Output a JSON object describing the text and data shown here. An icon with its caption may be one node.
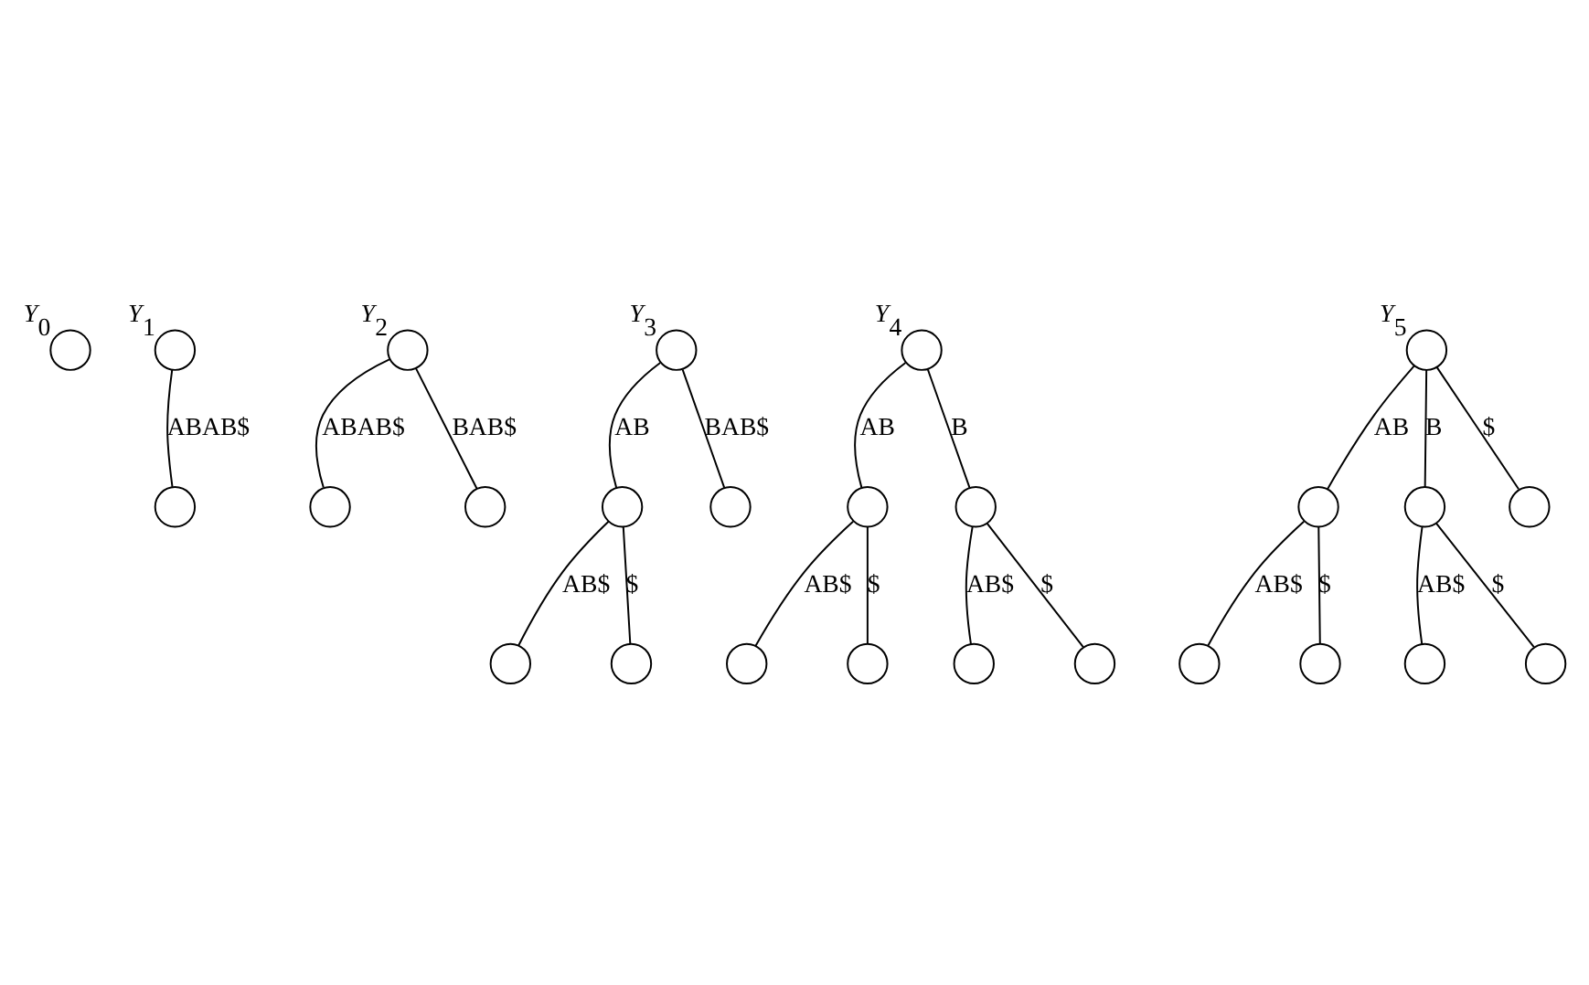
{
  "diagram": {
    "nodes": [
      {
        "text": [],
        "shape": "circle",
        "beside": [
          "*Y*$_{0}$"
        ]
      },
      {
        "text": [],
        "shape": "circle",
        "beside": [
          "*Y*$_{1}$"
        ]
      },
      {
        "text": [],
        "shape": "circle"
      },
      {
        "text": [],
        "shape": "circle",
        "beside": [
          "*Y*$_{2}$"
        ]
      },
      {
        "text": [],
        "shape": "circle"
      },
      {
        "text": [],
        "shape": "circle"
      },
      {
        "text": [],
        "shape": "circle",
        "beside": [
          "*Y*$_{3}$"
        ]
      },
      {
        "text": [],
        "shape": "circle"
      },
      {
        "text": [],
        "shape": "circle"
      },
      {
        "text": [],
        "shape": "circle"
      },
      {
        "text": [],
        "shape": "circle"
      },
      {
        "text": [],
        "shape": "circle",
        "beside": [
          "*Y*$_{4}$"
        ]
      },
      {
        "text": [],
        "shape": "circle"
      },
      {
        "text": [],
        "shape": "circle"
      },
      {
        "text": [],
        "shape": "circle"
      },
      {
        "text": [],
        "shape": "circle"
      },
      {
        "text": [],
        "shape": "circle"
      },
      {
        "text": [],
        "shape": "circle"
      },
      {
        "text": [],
        "shape": "circle",
        "beside": [
          "*Y*$_{5}$"
        ]
      },
      {
        "text": [],
        "shape": "circle"
      },
      {
        "text": [],
        "shape": "circle"
      },
      {
        "text": [],
        "shape": "circle"
      },
      {
        "text": [],
        "shape": "circle"
      },
      {
        "text": [],
        "shape": "circle"
      },
      {
        "text": [],
        "shape": "circle"
      },
      {
        "text": [],
        "shape": "circle"
      }
    ],
    "edges": [
      {
        "from": 1,
        "to": 2,
        "arrow": "none",
        "label": "ABAB$"
      },
      {
        "from": 3,
        "to": 4,
        "arrow": "none",
        "label": "ABAB$"
      },
      {
        "from": 3,
        "to": 5,
        "arrow": "none",
        "label": "BAB$"
      },
      {
        "from": 6,
        "to": 7,
        "arrow": "none",
        "label": "AB"
      },
      {
        "from": 6,
        "to": 8,
        "arrow": "none",
        "label": "BAB$"
      },
      {
        "from": 7,
        "to": 9,
        "arrow": "none",
        "label": "AB$"
      },
      {
        "from": 7,
        "to": 10,
        "arrow": "none",
        "label": "$"
      },
      {
        "from": 11,
        "to": 12,
        "arrow": "none",
        "label": "AB"
      },
      {
        "from": 11,
        "to": 13,
        "arrow": "none",
        "label": "B"
      },
      {
        "from": 12,
        "to": 14,
        "arrow": "none",
        "label": "AB$"
      },
      {
        "from": 12,
        "to": 15,
        "arrow": "none",
        "label": "$"
      },
      {
        "from": 13,
        "to": 16,
        "arrow": "none",
        "label": "AB$"
      },
      {
        "from": 13,
        "to": 17,
        "arrow": "none",
        "label": "$"
      },
      {
        "from": 18,
        "to": 19,
        "arrow": "none",
        "label": "AB"
      },
      {
        "from": 18,
        "to": 20,
        "arrow": "none",
        "label": "B"
      },
      {
        "from": 18,
        "to": 21,
        "arrow": "none",
        "label": "$"
      },
      {
        "from": 19,
        "to": 22,
        "arrow": "none",
        "label": "AB$"
      },
      {
        "from": 19,
        "to": 23,
        "arrow": "none",
        "label": "$"
      },
      {
        "from": 20,
        "to": 24,
        "arrow": "none",
        "label": "AB$"
      },
      {
        "from": 20,
        "to": 25,
        "arrow": "none",
        "label": "$"
      }
    ]
  }
}
